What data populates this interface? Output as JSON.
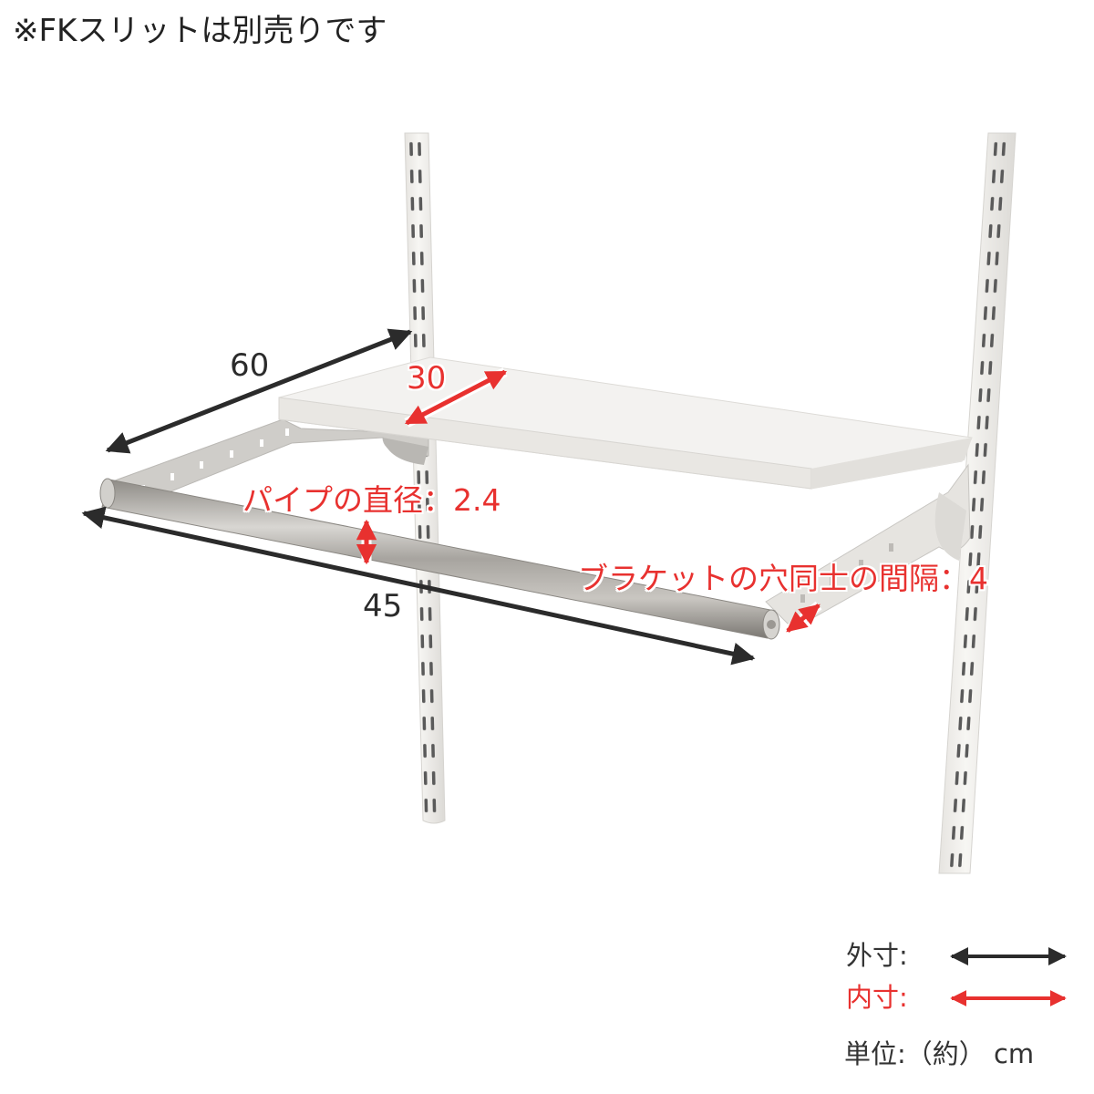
{
  "note": "※FKスリットは別売りです",
  "dimensions": {
    "width_outer": "60",
    "depth_inner": "30",
    "pipe_length_outer": "45",
    "pipe_diameter": "パイプの直径：2.4",
    "bracket_hole_pitch": "ブラケットの穴同士の間隔：4"
  },
  "legend": {
    "outer_label": "外寸:",
    "inner_label": "内寸:",
    "unit": "単位:（約） cm"
  },
  "colors": {
    "outer_arrow": "#2b2b2b",
    "inner_arrow": "#e8312f",
    "rail": "#f2f1ee",
    "slot": "#555555",
    "shelf_top": "#f4f3f1",
    "shelf_edge": "#e4e2df",
    "pipe": "#a9a6a1"
  }
}
